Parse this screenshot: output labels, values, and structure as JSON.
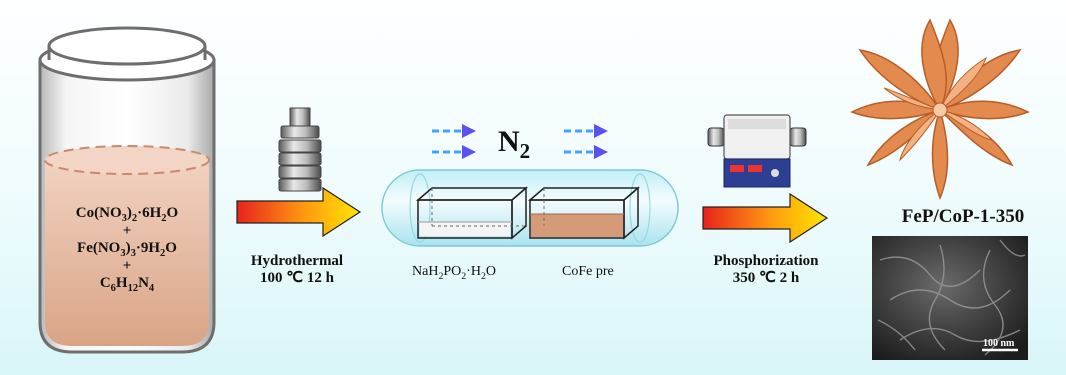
{
  "reagents": {
    "line1": {
      "base": "Co(NO",
      "s1": "3",
      "mid": ")",
      "s2": "2",
      "tail": "·6H",
      "s3": "2",
      "end": "O"
    },
    "plus1": "+",
    "line2": {
      "base": "Fe(NO",
      "s1": "3",
      "mid": ")",
      "s2": "3",
      "tail": "·9H",
      "s3": "2",
      "end": "O"
    },
    "plus2": "+",
    "line3": {
      "a": "C",
      "s1": "6",
      "b": "H",
      "s2": "12",
      "c": "N",
      "s3": "4"
    }
  },
  "step1": {
    "title": "Hydrothermal",
    "conditions": "100 ℃  12 h"
  },
  "gas": "N",
  "gas_sub": "2",
  "boat_left": {
    "a": "NaH",
    "s1": "2",
    "b": "PO",
    "s2": "2",
    "c": "·H",
    "s3": "2",
    "d": "O"
  },
  "boat_right": "CoFe pre",
  "step2": {
    "title": "Phosphorization",
    "conditions": "350 ℃  2 h"
  },
  "product": "FeP/CoP-1-350",
  "scale_bar": "100 nm",
  "colors": {
    "liquid": "#e3b8a0",
    "arrow_start": "#e8231c",
    "arrow_end": "#ffe600",
    "flow_arrow": "#5b50f0",
    "flower": "#e38a4f"
  }
}
